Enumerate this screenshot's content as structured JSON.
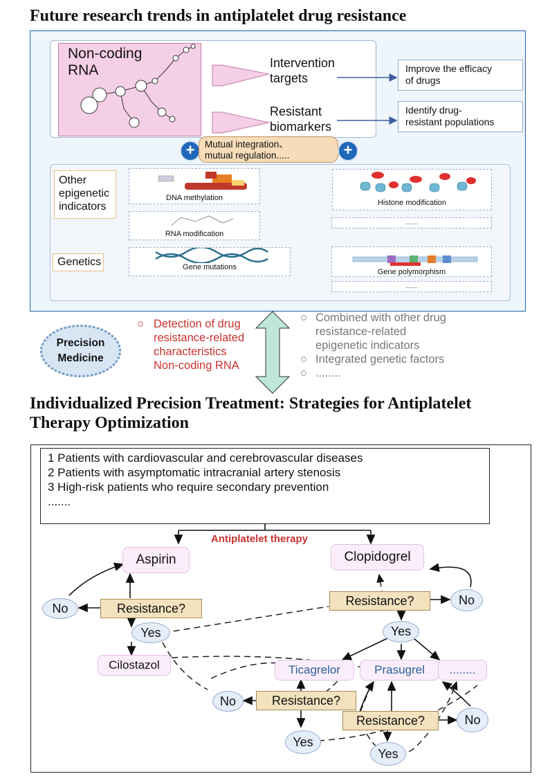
{
  "titles": {
    "top": "Future research trends in antiplatelet drug resistance",
    "bottom_line1": "Individualized Precision Treatment: Strategies for Antiplatelet",
    "bottom_line2": "Therapy Optimization"
  },
  "upper": {
    "ncrna_label_1": "Non-coding",
    "ncrna_label_2": "RNA",
    "intervention_1": "Intervention",
    "intervention_2": "targets",
    "resistant_1": "Resistant",
    "resistant_2": "biomarkers",
    "improve_1": "Improve the efficacy",
    "improve_2": "of drugs",
    "identify_1": "Identify drug-",
    "identify_2": "resistant populations",
    "mutual_1": "Mutual integration、",
    "mutual_2": "mutual regulation.....",
    "plus": "+"
  },
  "indicators": {
    "other_1": "Other",
    "other_2": "epigenetic",
    "other_3": "indicators",
    "genetics": "Genetics",
    "dna_methylation": "DNA methylation",
    "histone_modification": "Histone modification",
    "rna_modification": "RNA modification",
    "gene_mutations": "Gene mutations",
    "gene_polymorphism": "Gene polymorphism",
    "dots": "........"
  },
  "precision": {
    "label_1": "Precision",
    "label_2": "Medicine",
    "bullet": "○",
    "detect_1": "Detection of drug",
    "detect_2": "resistance-related",
    "detect_3": "characteristics",
    "detect_4": "Non-coding RNA",
    "comb_1": "Combined with other drug",
    "comb_2": "resistance-related",
    "comb_3": "epigenetic indicators",
    "integrated": "Integrated genetic factors",
    "more": "........"
  },
  "patients": [
    "1 Patients with cardiovascular and cerebrovascular diseases",
    "2 Patients with asymptomatic intracranial artery stenosis",
    "3 High-risk patients who require secondary prevention",
    "......."
  ],
  "flow": {
    "antiplatelet": "Antiplatelet therapy",
    "aspirin": "Aspirin",
    "clopidogrel": "Clopidogrel",
    "resistance": "Resistance?",
    "no": "No",
    "yes": "Yes",
    "cilostazol": "Cilostazol",
    "ticagrelor": "Ticagrelor",
    "prasugrel": "Prasugrel",
    "more": "........"
  },
  "colors": {
    "accent_blue": "#1f5fa8",
    "red_text": "#c8322f",
    "resistance_box": "#f2e2bd",
    "pink_box": "#fbeefb"
  }
}
